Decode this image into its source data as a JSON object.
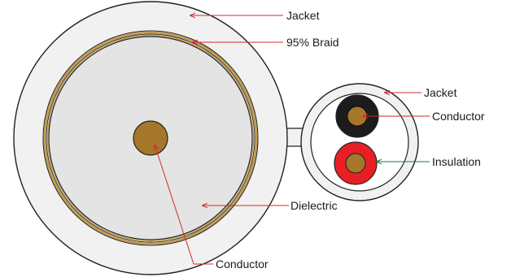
{
  "labels": {
    "jacket_main": "Jacket",
    "braid": "95% Braid",
    "dielectric": "Dielectric",
    "conductor_main": "Conductor",
    "jacket_small": "Jacket",
    "conductor_small": "Conductor",
    "insulation": "Insulation"
  },
  "colors": {
    "jacket_fill": "#f1f1f1",
    "outline": "#222222",
    "dielectric_fill": "#e4e4e4",
    "braid": "#c39a4a",
    "conductor_fill": "#a6762a",
    "black_insulation": "#1c1c1c",
    "red_insulation": "#e82026",
    "leader_red": "#d42a2a",
    "leader_green": "#1e7a3c"
  }
}
